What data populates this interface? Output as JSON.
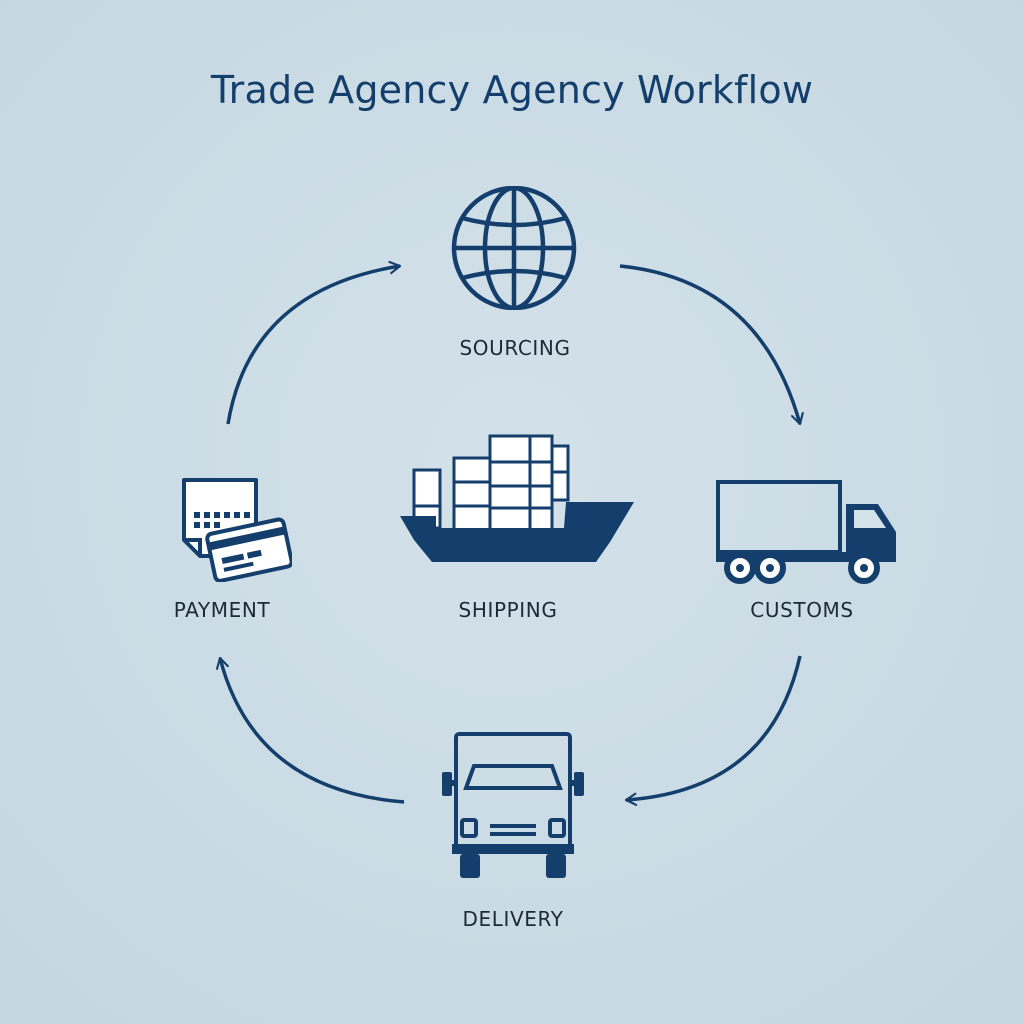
{
  "diagram": {
    "title": "Trade Agency Agency Workflow",
    "steps": [
      {
        "id": "sourcing",
        "label": "SOURCING",
        "icon": "globe-icon"
      },
      {
        "id": "customs",
        "label": "CUSTOMS",
        "icon": "truck-side-icon"
      },
      {
        "id": "delivery",
        "label": "DELIVERY",
        "icon": "truck-front-icon"
      },
      {
        "id": "payment",
        "label": "PAYMENT",
        "icon": "credit-card-invoice-icon"
      },
      {
        "id": "shipping",
        "label": "SHIPPING",
        "icon": "cargo-ship-icon"
      }
    ],
    "cycle_order": [
      "sourcing",
      "customs",
      "delivery",
      "payment"
    ],
    "colors": {
      "background": "#cddde6",
      "accent": "#143f6c",
      "label_text": "#1c2a36",
      "container_fill": "#ffffff"
    }
  }
}
